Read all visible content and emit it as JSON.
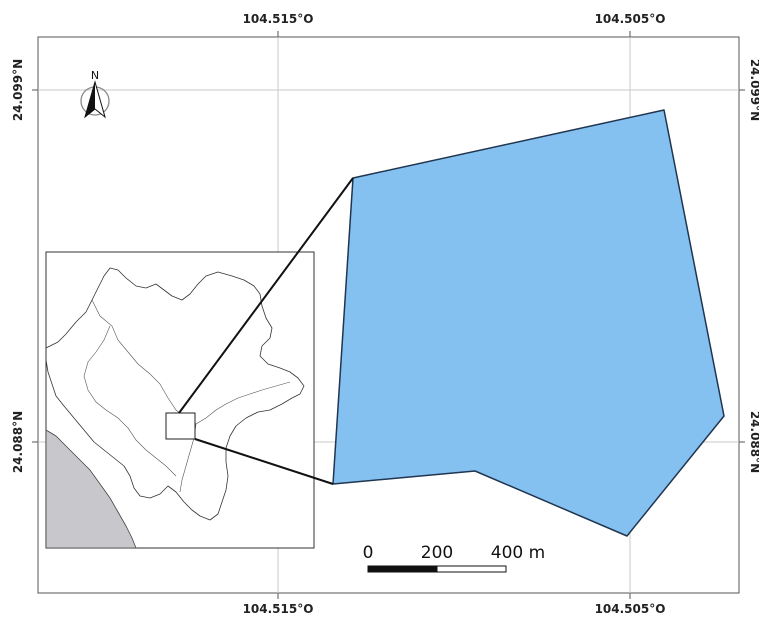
{
  "grid": {
    "top_labels": [
      "104.515°O",
      "104.505°O"
    ],
    "bottom_labels": [
      "104.515°O",
      "104.505°O"
    ],
    "left_labels": [
      "24.099°N",
      "24.088°N"
    ],
    "right_labels": [
      "24.099°N",
      "24.088°N"
    ]
  },
  "north_arrow": {
    "label": "N",
    "icon": "north-arrow-icon"
  },
  "scale_bar": {
    "ticks": [
      "0",
      "200",
      "400 m"
    ]
  },
  "colors": {
    "site_fill": "#85c1f0",
    "site_stroke": "#1f3550",
    "sea_fill": "#c8c8cc",
    "inset_bg": "#ffffff",
    "grid_line": "#c8c8c8"
  }
}
